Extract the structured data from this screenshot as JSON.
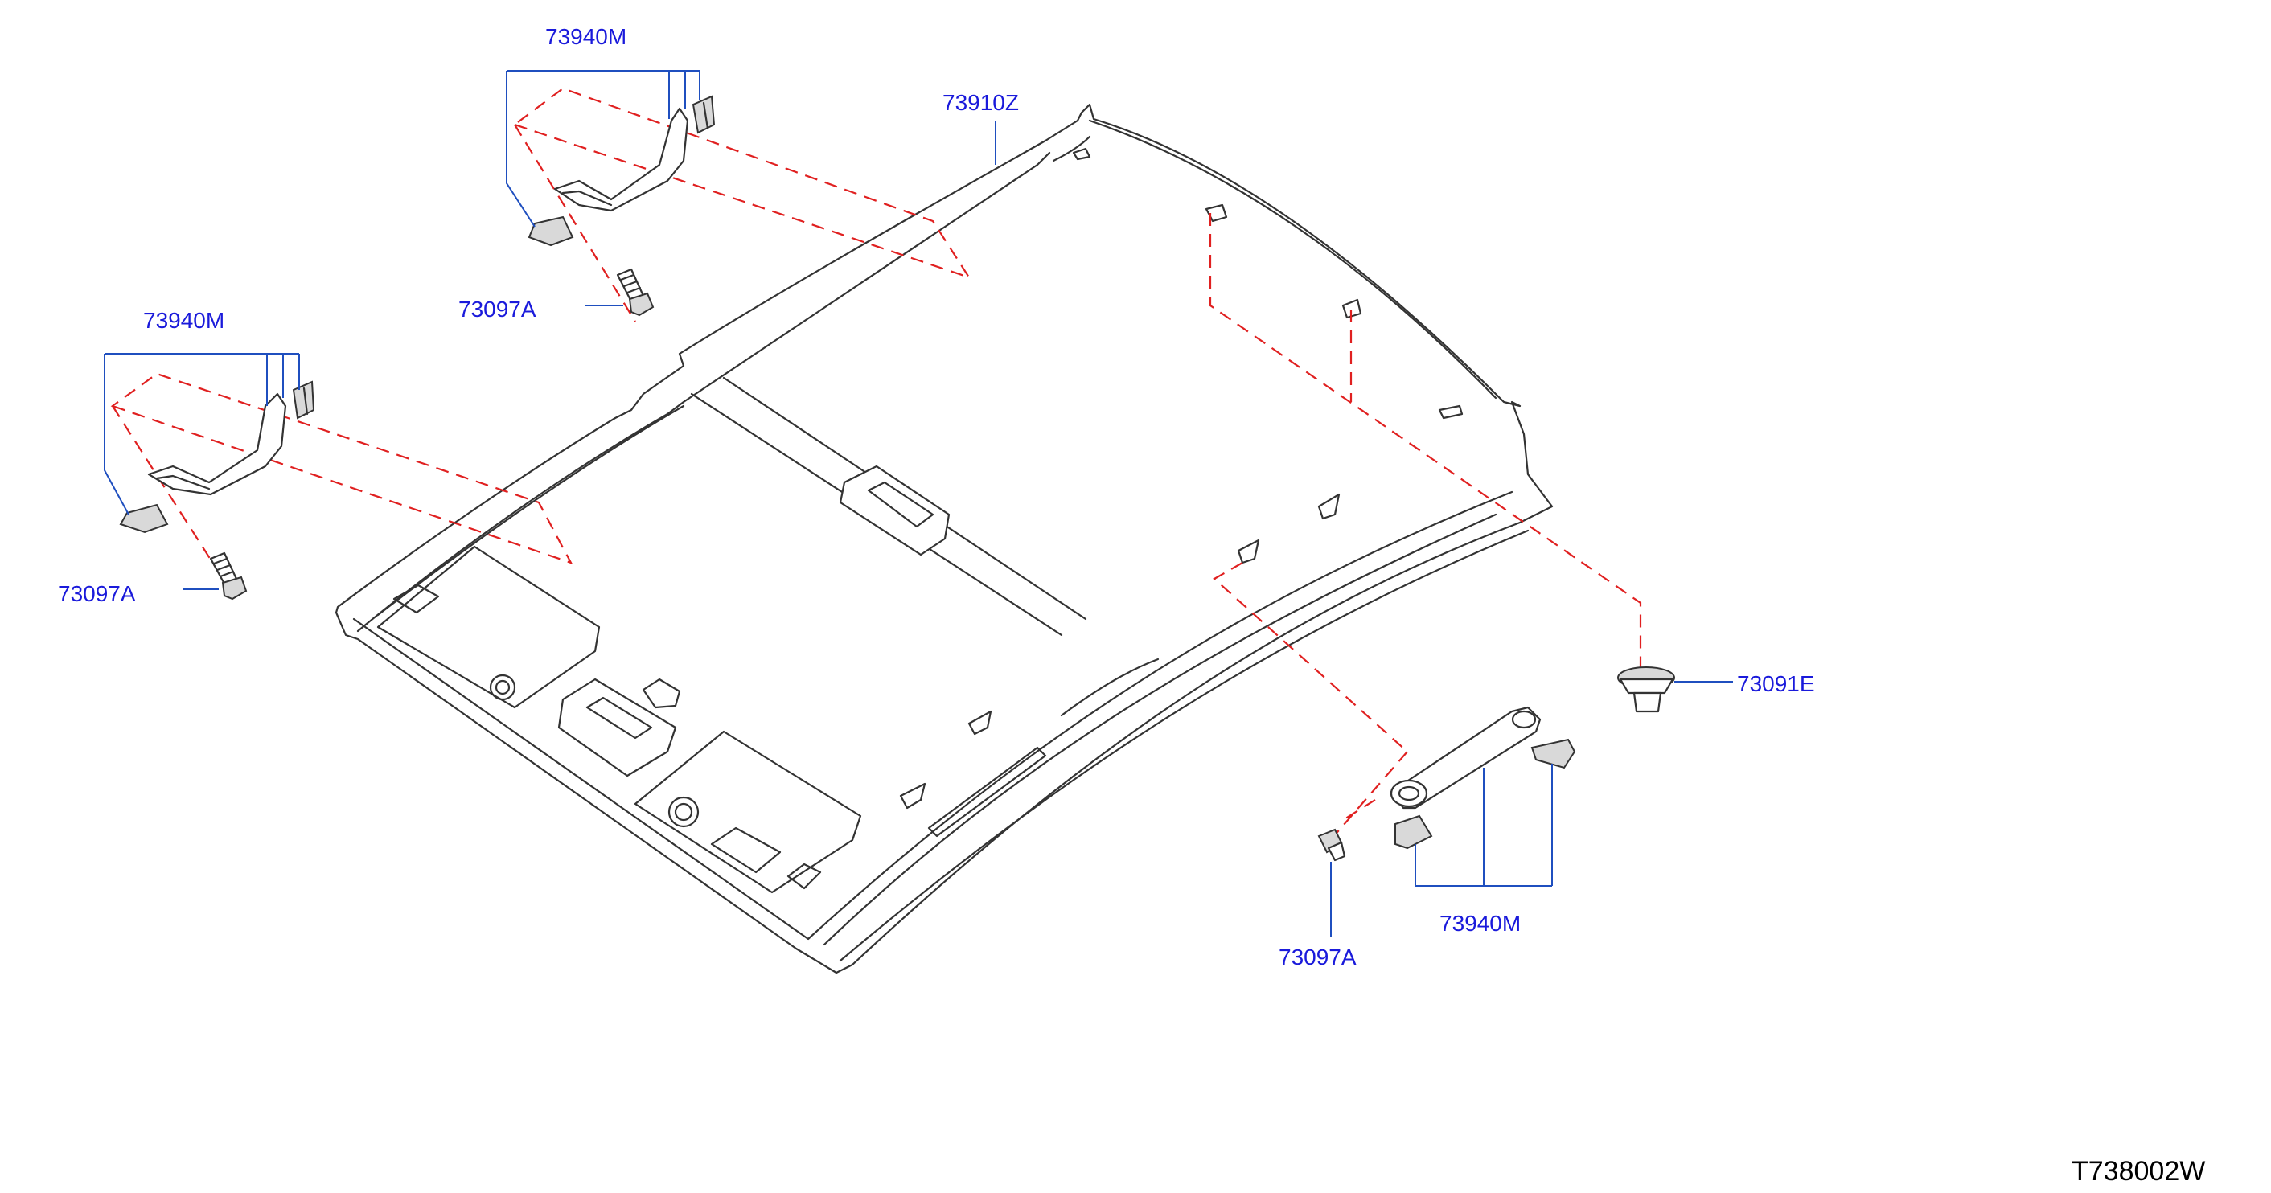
{
  "diagram_code": "T738002W",
  "callouts": {
    "headlining": "73910Z",
    "grip_left_upper": "73940M",
    "grip_left_lower": "73940M",
    "grip_right": "73940M",
    "bolt_left_upper": "73097A",
    "bolt_left_lower": "73097A",
    "bolt_right": "73097A",
    "clip": "73091E"
  },
  "colors": {
    "callout_text": "#1a1adb",
    "leader_line": "#1f4fbf",
    "dashed_guide": "#e02020",
    "outline": "#333333"
  }
}
